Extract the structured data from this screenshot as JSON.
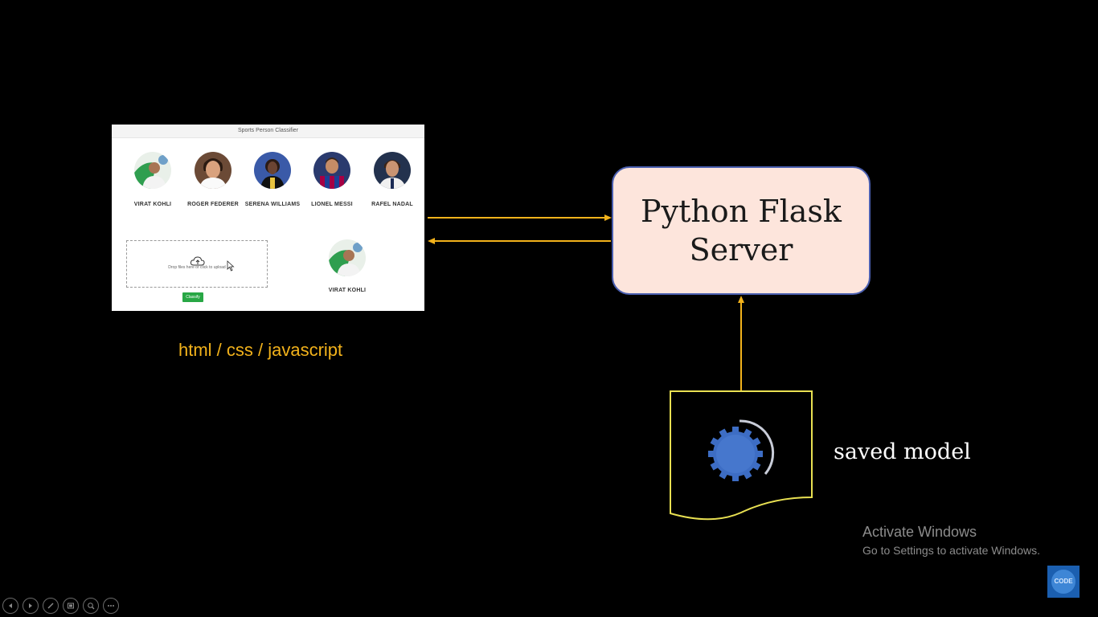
{
  "webapp": {
    "title": "Sports Person Classifier",
    "players": [
      {
        "name": "VIRAT KOHLI"
      },
      {
        "name": "ROGER FEDERER"
      },
      {
        "name": "SERENA WILLIAMS"
      },
      {
        "name": "LIONEL MESSI"
      },
      {
        "name": "RAFEL NADAL"
      }
    ],
    "dropzone_text": "Drop files here or click to upload",
    "classify_label": "Classify",
    "result_name": "VIRAT KOHLI"
  },
  "tech_label": "html / css / javascript",
  "server_label": "Python Flask Server",
  "model_label": "saved model",
  "activation": {
    "title": "Activate Windows",
    "subtitle": "Go to Settings to activate Windows."
  },
  "badge_text": "CODE",
  "colors": {
    "arrow": "#f2b21b",
    "server_fill": "#fde5dc",
    "server_border": "#4a5fb0",
    "doc_border": "#e8e052",
    "gear": "#3d6dc4"
  },
  "controls": [
    "previous-icon",
    "next-icon",
    "pen-icon",
    "slides-icon",
    "zoom-icon",
    "more-icon"
  ]
}
